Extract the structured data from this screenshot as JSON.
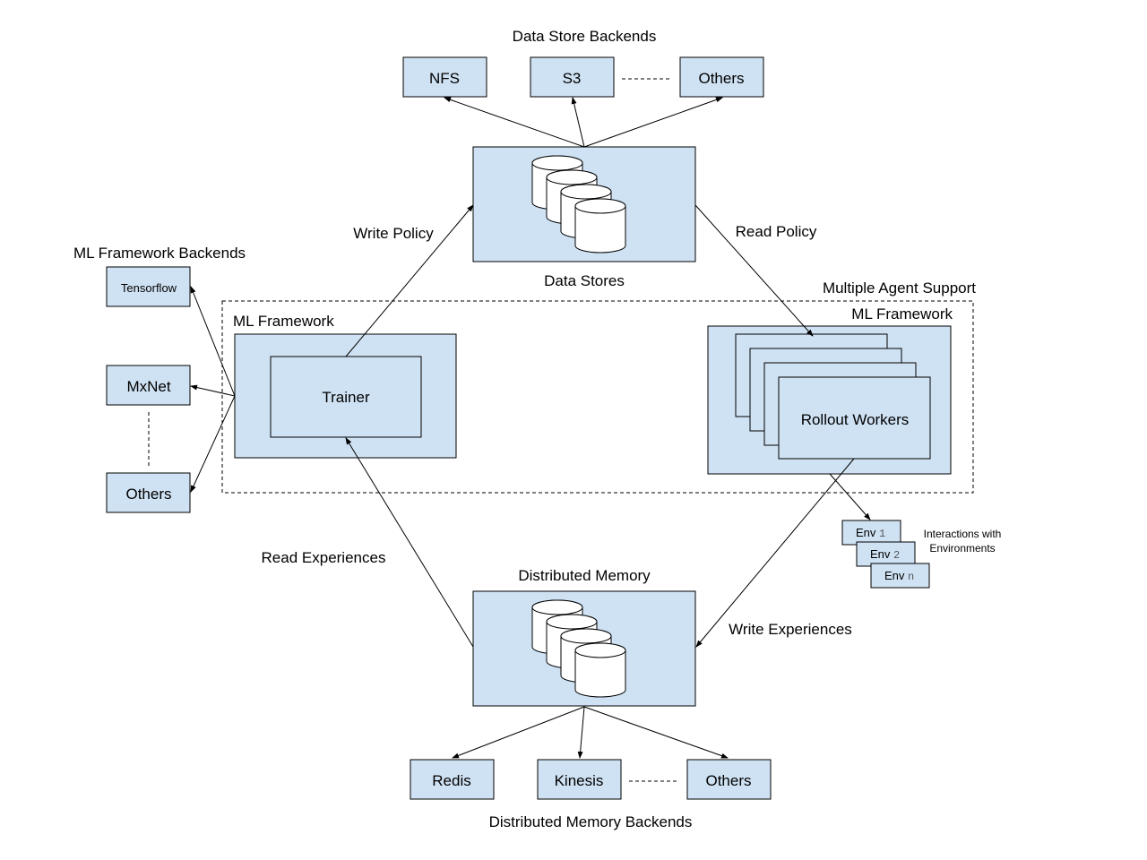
{
  "data_stores": {
    "backends_title": "Data Store Backends",
    "backends": [
      "NFS",
      "S3",
      "Others"
    ],
    "label": "Data Stores"
  },
  "memory": {
    "title": "Distributed Memory",
    "backends": [
      "Redis",
      "Kinesis",
      "Others"
    ],
    "backends_title": "Distributed Memory Backends"
  },
  "ml_backends": {
    "title": "ML Framework Backends",
    "items": [
      "Tensorflow",
      "MxNet",
      "Others"
    ]
  },
  "left_framework": {
    "label": "ML Framework",
    "trainer": "Trainer"
  },
  "right_framework": {
    "label": "ML Framework",
    "workers": "Rollout Workers"
  },
  "multi_agent": "Multiple Agent Support",
  "edges": {
    "write_policy": "Write Policy",
    "read_policy": "Read Policy",
    "read_experiences": "Read Experiences",
    "write_experiences": "Write Experiences"
  },
  "envs": {
    "prefix": "Env",
    "indices": [
      "1",
      "2",
      "n"
    ],
    "caption_line1": "Interactions with",
    "caption_line2": "Environments"
  },
  "colors": {
    "box_fill": "#cfe2f3",
    "stroke": "#000000"
  }
}
